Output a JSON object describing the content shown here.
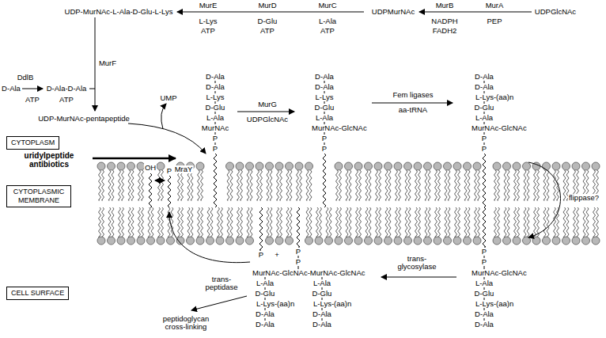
{
  "diagram": {
    "nodes": [
      {
        "text": [
          "CYTOPLASM"
        ]
      },
      {
        "text": [
          "CYTOPLASMIC MEMBRANE"
        ]
      },
      {
        "text": [
          "CELL SURFACE"
        ]
      }
    ],
    "labels": [
      "UDP-MurNAc-L-Ala-D-Glu-L-Lys",
      "MurE",
      "L-Lys",
      "ATP",
      "MurD",
      "D-Glu",
      "ATP",
      "MurC",
      "L-Ala",
      "ATP",
      "UDPMurNAc",
      "MurB",
      "NADPH",
      "FADH2",
      "MurA",
      "PEP",
      "UDPGlcNAc",
      "DdlB",
      "D-Ala",
      "D-Ala-D-Ala",
      "ATP",
      "ATP",
      "MurF",
      "UDP-MurNAc-pentapeptide",
      "UMP",
      "uridylpeptide antibiotics",
      "MraY",
      "D-Ala",
      "D-Ala",
      "L-Lys",
      "D-Glu",
      "L-Ala",
      "MurNAc",
      "P",
      "P",
      "MurG",
      "UDPGlcNAc",
      "D-Ala",
      "D-Ala",
      "L-Lys",
      "D-Glu",
      "L-Ala",
      "MurNAc-GlcNAc",
      "P",
      "P",
      "Fem ligases",
      "aa-tRNA",
      "D-Ala",
      "D-Ala",
      "L-Lys-(aa)n",
      "D-Glu",
      "L-Ala",
      "MurNAc-GlcNAc",
      "P",
      "P",
      "flippase?",
      "OH",
      "P",
      "P",
      "+",
      "P",
      "P",
      "MurNAc-GlcNAc-MurNAc-GlcNAc",
      "L-Ala",
      "D-Glu",
      "L-Lys-(aa)n",
      "D-Ala",
      "D-Ala",
      "L-Ala",
      "D-Glu",
      "L-Lys-(aa)n",
      "D-Ala",
      "D-Ala",
      "trans- glycosylase",
      "P",
      "P",
      "MurNAc-GlcNAc",
      "L-Ala",
      "D-Glu",
      "L-Lys-(aa)n",
      "D-Ala",
      "D-Ala",
      "trans- peptidase",
      "peptidoglycan cross-linking"
    ]
  }
}
